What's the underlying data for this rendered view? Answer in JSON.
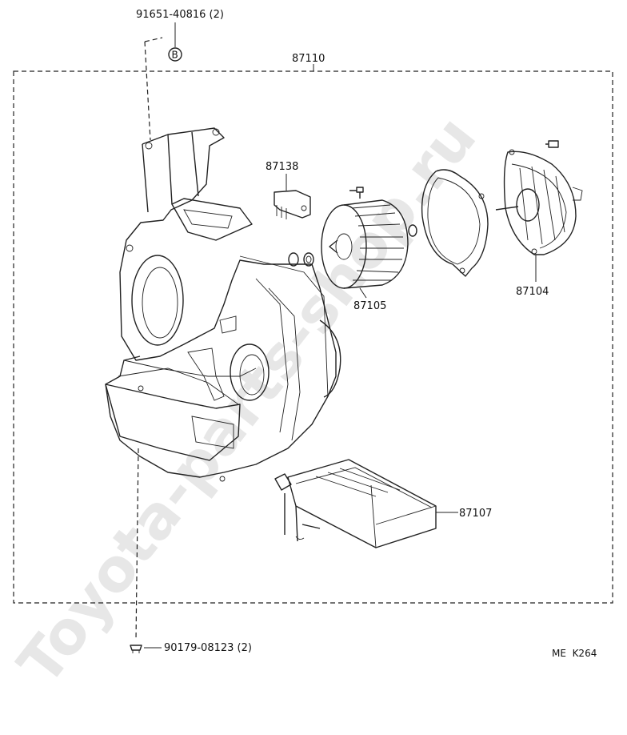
{
  "diagram": {
    "callouts": {
      "bolt_top": "91651-40816 (2)",
      "bolt_top_marker": "B",
      "assembly": "87110",
      "resistor": "87138",
      "motor": "87104",
      "fan": "87105",
      "core": "87107",
      "clip_bottom": "90179-08123 (2)"
    },
    "figure_code": "ME  K264",
    "watermark": "Toyota-parts-shop.ru"
  }
}
